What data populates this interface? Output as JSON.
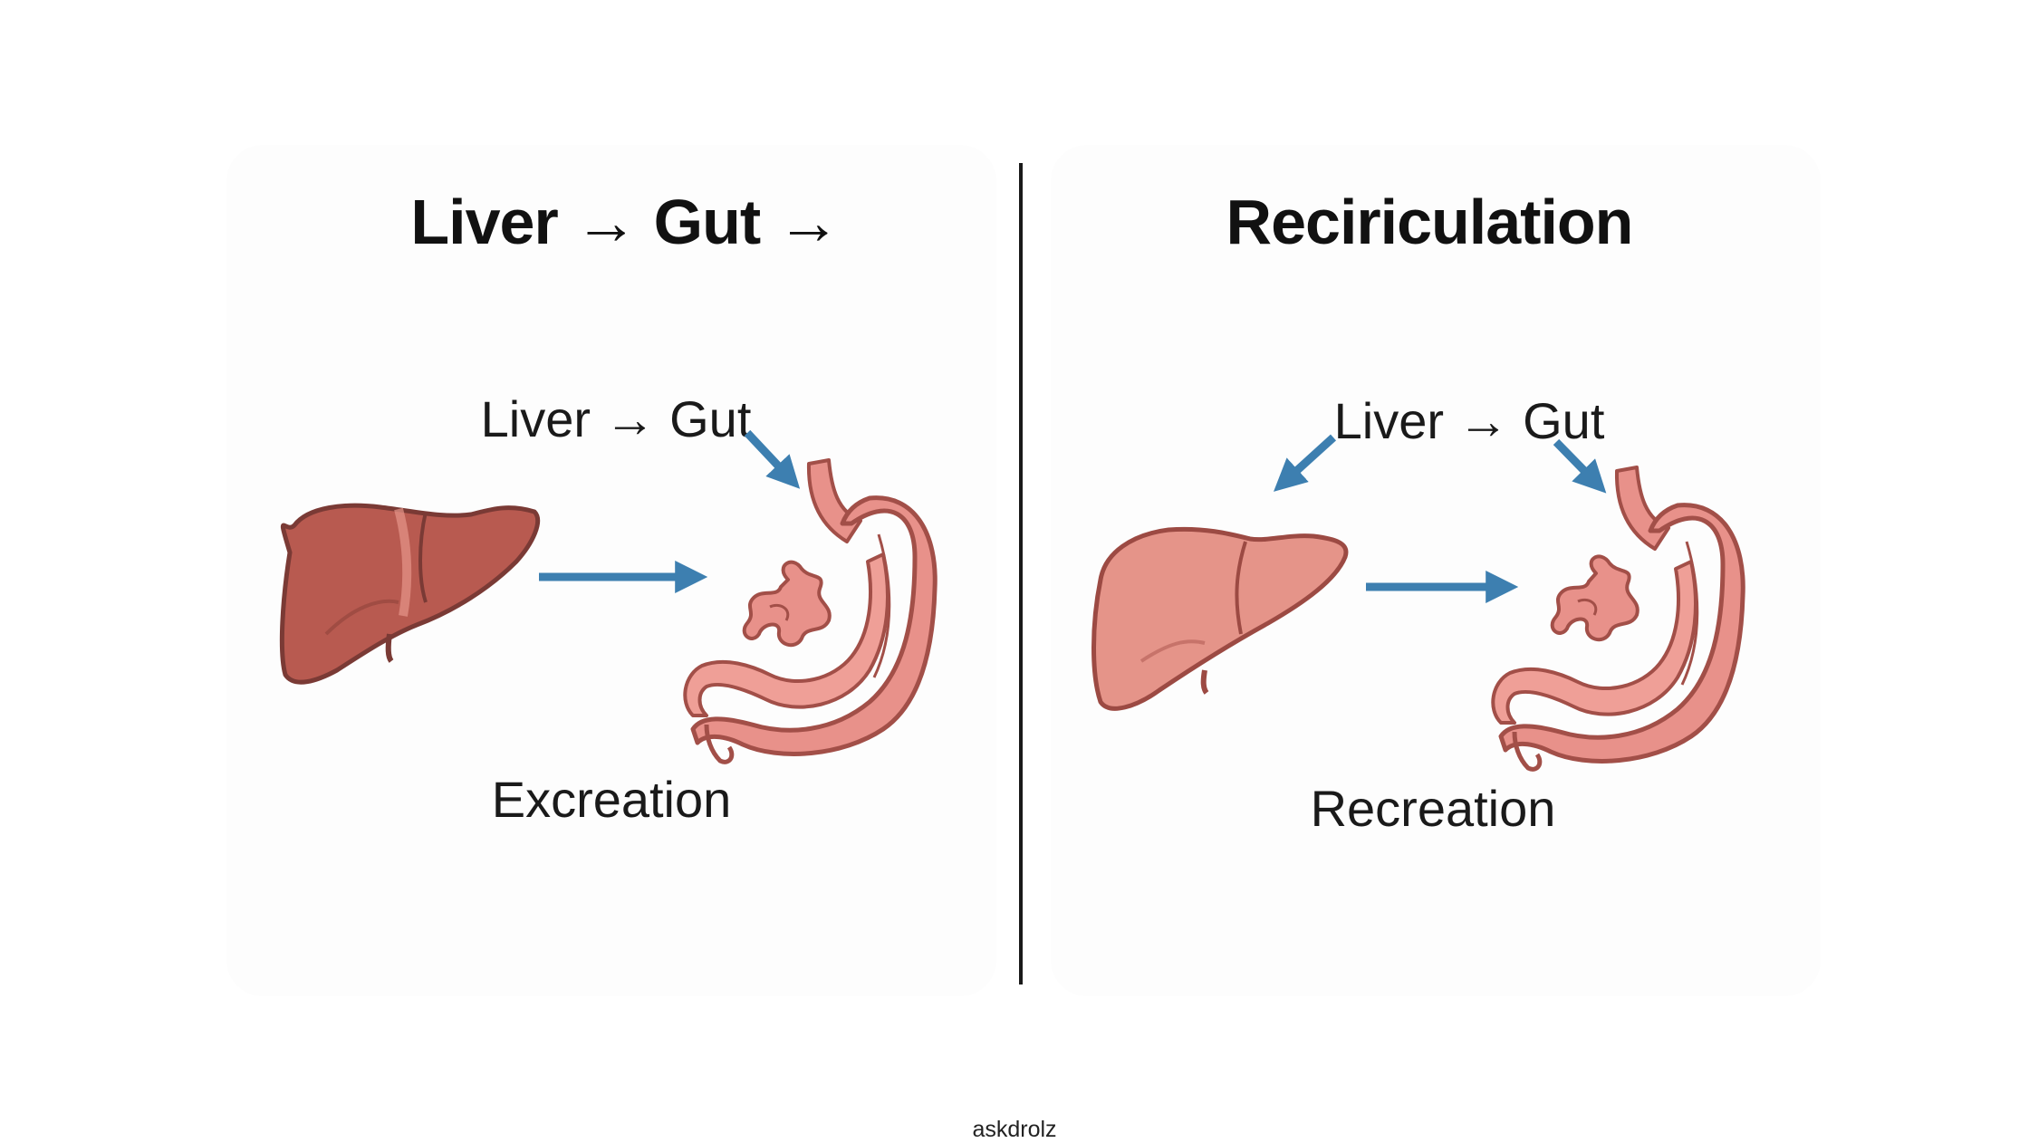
{
  "left_panel": {
    "title": "Liver → Gut →",
    "top_label": "Liver → Gut",
    "bottom_label": "Excreation"
  },
  "right_panel": {
    "title": "Reciriculation",
    "top_label": "Liver → Gut",
    "bottom_label": "Recreation"
  },
  "watermark": "askdrolz",
  "colors": {
    "arrow": "#3d7fb0",
    "liver_left": "#b85a50",
    "liver_right": "#e59489",
    "gut": "#e8918a",
    "outline": "#7a3a35"
  }
}
